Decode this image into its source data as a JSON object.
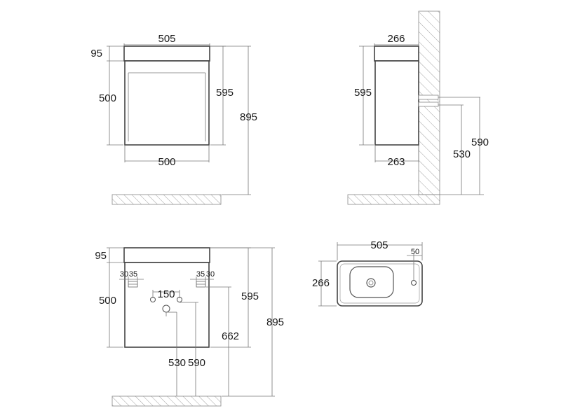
{
  "views": {
    "front": {
      "top_width": "505",
      "top_height": "95",
      "cabinet_height": "500",
      "total_height": "595",
      "floor_height": "895",
      "bottom_width": "500"
    },
    "side": {
      "top_depth": "266",
      "height": "595",
      "bottom_depth": "263",
      "drain_height": "530",
      "supply_height": "590"
    },
    "rear": {
      "top_height": "95",
      "cabinet_height": "500",
      "left_offset_1": "30",
      "left_offset_2": "35",
      "right_offset_1": "35",
      "right_offset_2": "30",
      "pipe_spacing": "150",
      "total_height": "595",
      "mount_height": "662",
      "floor_height": "895",
      "drain_height": "530",
      "supply_height": "590"
    },
    "top": {
      "width": "505",
      "tap_offset": "50",
      "depth": "266"
    }
  }
}
